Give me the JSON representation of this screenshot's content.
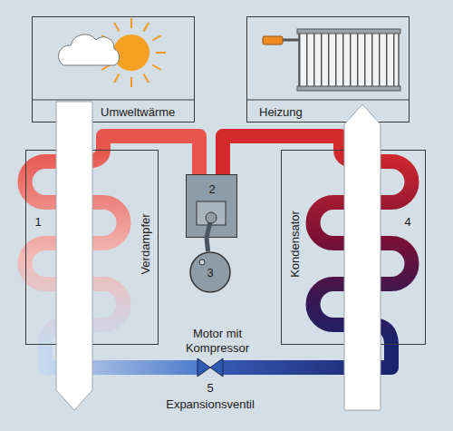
{
  "diagram": {
    "nodes": [
      {
        "text": [
          "Umweltwärme"
        ]
      },
      {
        "text": [
          "Heizung"
        ]
      },
      {
        "text": [
          "Verdampfer"
        ]
      },
      {
        "text": [
          "Kondensator"
        ]
      },
      {
        "text": [
          "2"
        ]
      },
      {
        "text": [
          "3"
        ]
      },
      {
        "text": [
          "5",
          "Expansionsventil"
        ]
      }
    ],
    "edges": [
      {
        "from": 2,
        "to": 4,
        "arrow": "none"
      },
      {
        "from": 4,
        "to": 3,
        "arrow": "none"
      },
      {
        "from": 3,
        "to": 6,
        "arrow": "none"
      },
      {
        "from": 6,
        "to": 2,
        "arrow": "none"
      },
      {
        "from": 4,
        "to": 5,
        "arrow": "none"
      }
    ],
    "labels": [
      "1",
      "4",
      "Motor mit Kompressor"
    ]
  }
}
